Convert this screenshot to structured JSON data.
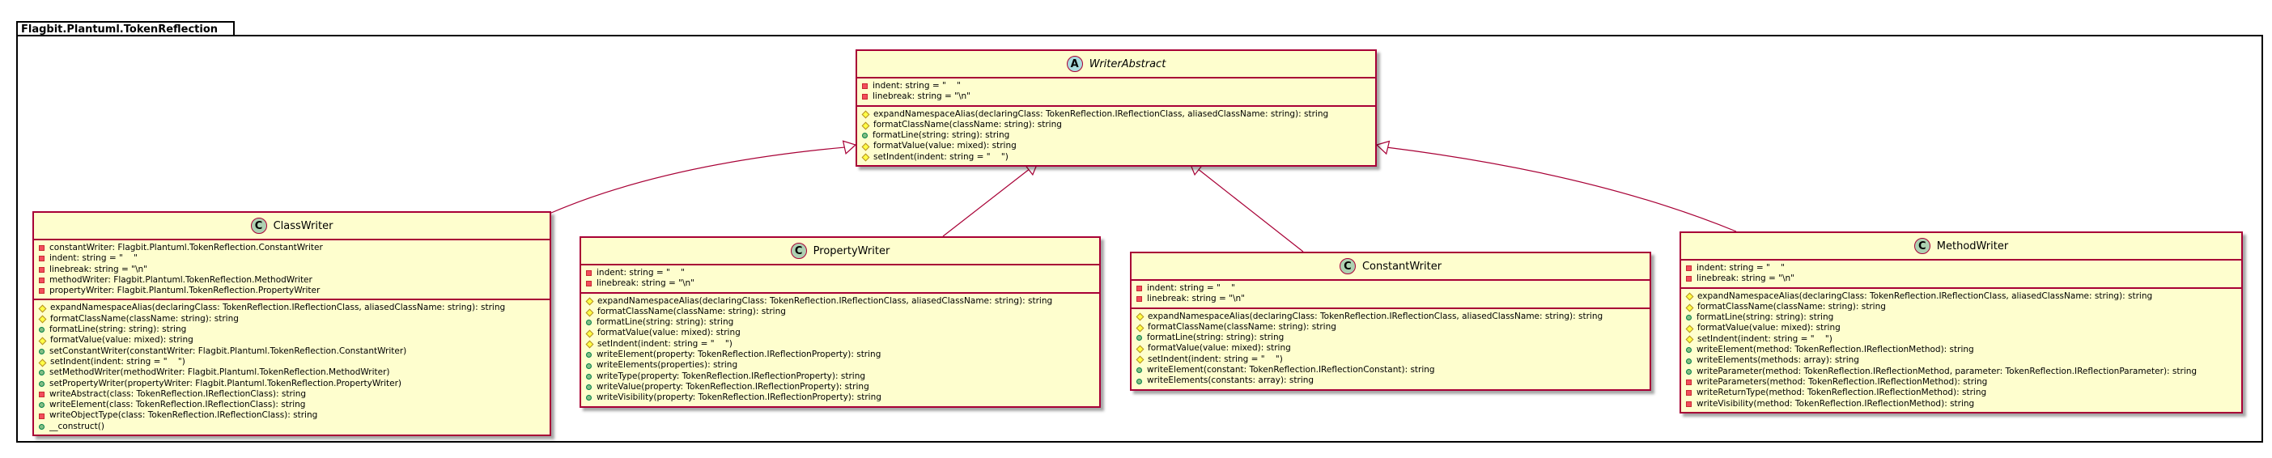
{
  "package": {
    "name": "Flagbit.Plantuml.TokenReflection"
  },
  "classes": [
    {
      "id": "writer-abstract",
      "name": "WriterAbstract",
      "badge": "A",
      "abstract": true,
      "fields": [
        {
          "vis": "private",
          "text": "indent: string = \"    \""
        },
        {
          "vis": "private",
          "text": "linebreak: string = \"\\n\""
        }
      ],
      "methods": [
        {
          "vis": "protected",
          "text": "expandNamespaceAlias(declaringClass: TokenReflection.IReflectionClass, aliasedClassName: string): string"
        },
        {
          "vis": "protected",
          "text": "formatClassName(className: string): string"
        },
        {
          "vis": "public",
          "text": "formatLine(string: string): string"
        },
        {
          "vis": "protected",
          "text": "formatValue(value: mixed): string"
        },
        {
          "vis": "protected",
          "text": "setIndent(indent: string = \"    \")"
        }
      ]
    },
    {
      "id": "class-writer",
      "name": "ClassWriter",
      "badge": "C",
      "abstract": false,
      "fields": [
        {
          "vis": "private",
          "text": "constantWriter: Flagbit.Plantuml.TokenReflection.ConstantWriter"
        },
        {
          "vis": "private",
          "text": "indent: string = \"    \""
        },
        {
          "vis": "private",
          "text": "linebreak: string = \"\\n\""
        },
        {
          "vis": "private",
          "text": "methodWriter: Flagbit.Plantuml.TokenReflection.MethodWriter"
        },
        {
          "vis": "private",
          "text": "propertyWriter: Flagbit.Plantuml.TokenReflection.PropertyWriter"
        }
      ],
      "methods": [
        {
          "vis": "protected",
          "text": "expandNamespaceAlias(declaringClass: TokenReflection.IReflectionClass, aliasedClassName: string): string"
        },
        {
          "vis": "protected",
          "text": "formatClassName(className: string): string"
        },
        {
          "vis": "public",
          "text": "formatLine(string: string): string"
        },
        {
          "vis": "protected",
          "text": "formatValue(value: mixed): string"
        },
        {
          "vis": "public",
          "text": "setConstantWriter(constantWriter: Flagbit.Plantuml.TokenReflection.ConstantWriter)"
        },
        {
          "vis": "protected",
          "text": "setIndent(indent: string = \"    \")"
        },
        {
          "vis": "public",
          "text": "setMethodWriter(methodWriter: Flagbit.Plantuml.TokenReflection.MethodWriter)"
        },
        {
          "vis": "public",
          "text": "setPropertyWriter(propertyWriter: Flagbit.Plantuml.TokenReflection.PropertyWriter)"
        },
        {
          "vis": "private",
          "text": "writeAbstract(class: TokenReflection.IReflectionClass): string"
        },
        {
          "vis": "public",
          "text": "writeElement(class: TokenReflection.IReflectionClass): string"
        },
        {
          "vis": "private",
          "text": "writeObjectType(class: TokenReflection.IReflectionClass): string"
        },
        {
          "vis": "public",
          "text": "__construct()"
        }
      ]
    },
    {
      "id": "property-writer",
      "name": "PropertyWriter",
      "badge": "C",
      "abstract": false,
      "fields": [
        {
          "vis": "private",
          "text": "indent: string = \"    \""
        },
        {
          "vis": "private",
          "text": "linebreak: string = \"\\n\""
        }
      ],
      "methods": [
        {
          "vis": "protected",
          "text": "expandNamespaceAlias(declaringClass: TokenReflection.IReflectionClass, aliasedClassName: string): string"
        },
        {
          "vis": "protected",
          "text": "formatClassName(className: string): string"
        },
        {
          "vis": "public",
          "text": "formatLine(string: string): string"
        },
        {
          "vis": "protected",
          "text": "formatValue(value: mixed): string"
        },
        {
          "vis": "protected",
          "text": "setIndent(indent: string = \"    \")"
        },
        {
          "vis": "public",
          "text": "writeElement(property: TokenReflection.IReflectionProperty): string"
        },
        {
          "vis": "public",
          "text": "writeElements(properties): string"
        },
        {
          "vis": "public",
          "text": "writeType(property: TokenReflection.IReflectionProperty): string"
        },
        {
          "vis": "public",
          "text": "writeValue(property: TokenReflection.IReflectionProperty): string"
        },
        {
          "vis": "public",
          "text": "writeVisibility(property: TokenReflection.IReflectionProperty): string"
        }
      ]
    },
    {
      "id": "constant-writer",
      "name": "ConstantWriter",
      "badge": "C",
      "abstract": false,
      "fields": [
        {
          "vis": "private",
          "text": "indent: string = \"    \""
        },
        {
          "vis": "private",
          "text": "linebreak: string = \"\\n\""
        }
      ],
      "methods": [
        {
          "vis": "protected",
          "text": "expandNamespaceAlias(declaringClass: TokenReflection.IReflectionClass, aliasedClassName: string): string"
        },
        {
          "vis": "protected",
          "text": "formatClassName(className: string): string"
        },
        {
          "vis": "public",
          "text": "formatLine(string: string): string"
        },
        {
          "vis": "protected",
          "text": "formatValue(value: mixed): string"
        },
        {
          "vis": "protected",
          "text": "setIndent(indent: string = \"    \")"
        },
        {
          "vis": "public",
          "text": "writeElement(constant: TokenReflection.IReflectionConstant): string"
        },
        {
          "vis": "public",
          "text": "writeElements(constants: array): string"
        }
      ]
    },
    {
      "id": "method-writer",
      "name": "MethodWriter",
      "badge": "C",
      "abstract": false,
      "fields": [
        {
          "vis": "private",
          "text": "indent: string = \"    \""
        },
        {
          "vis": "private",
          "text": "linebreak: string = \"\\n\""
        }
      ],
      "methods": [
        {
          "vis": "protected",
          "text": "expandNamespaceAlias(declaringClass: TokenReflection.IReflectionClass, aliasedClassName: string): string"
        },
        {
          "vis": "protected",
          "text": "formatClassName(className: string): string"
        },
        {
          "vis": "public",
          "text": "formatLine(string: string): string"
        },
        {
          "vis": "protected",
          "text": "formatValue(value: mixed): string"
        },
        {
          "vis": "protected",
          "text": "setIndent(indent: string = \"    \")"
        },
        {
          "vis": "public",
          "text": "writeElement(method: TokenReflection.IReflectionMethod): string"
        },
        {
          "vis": "public",
          "text": "writeElements(methods: array): string"
        },
        {
          "vis": "public",
          "text": "writeParameter(method: TokenReflection.IReflectionMethod, parameter: TokenReflection.IReflectionParameter): string"
        },
        {
          "vis": "private",
          "text": "writeParameters(method: TokenReflection.IReflectionMethod): string"
        },
        {
          "vis": "private",
          "text": "writeReturnType(method: TokenReflection.IReflectionMethod): string"
        },
        {
          "vis": "private",
          "text": "writeVisibility(method: TokenReflection.IReflectionMethod): string"
        }
      ]
    }
  ],
  "relations": [
    {
      "from": "class-writer",
      "to": "writer-abstract",
      "type": "extends"
    },
    {
      "from": "property-writer",
      "to": "writer-abstract",
      "type": "extends"
    },
    {
      "from": "constant-writer",
      "to": "writer-abstract",
      "type": "extends"
    },
    {
      "from": "method-writer",
      "to": "writer-abstract",
      "type": "extends"
    }
  ],
  "colors": {
    "class_fill": "#FEFECE",
    "class_border": "#A80036",
    "edge": "#A80036"
  }
}
